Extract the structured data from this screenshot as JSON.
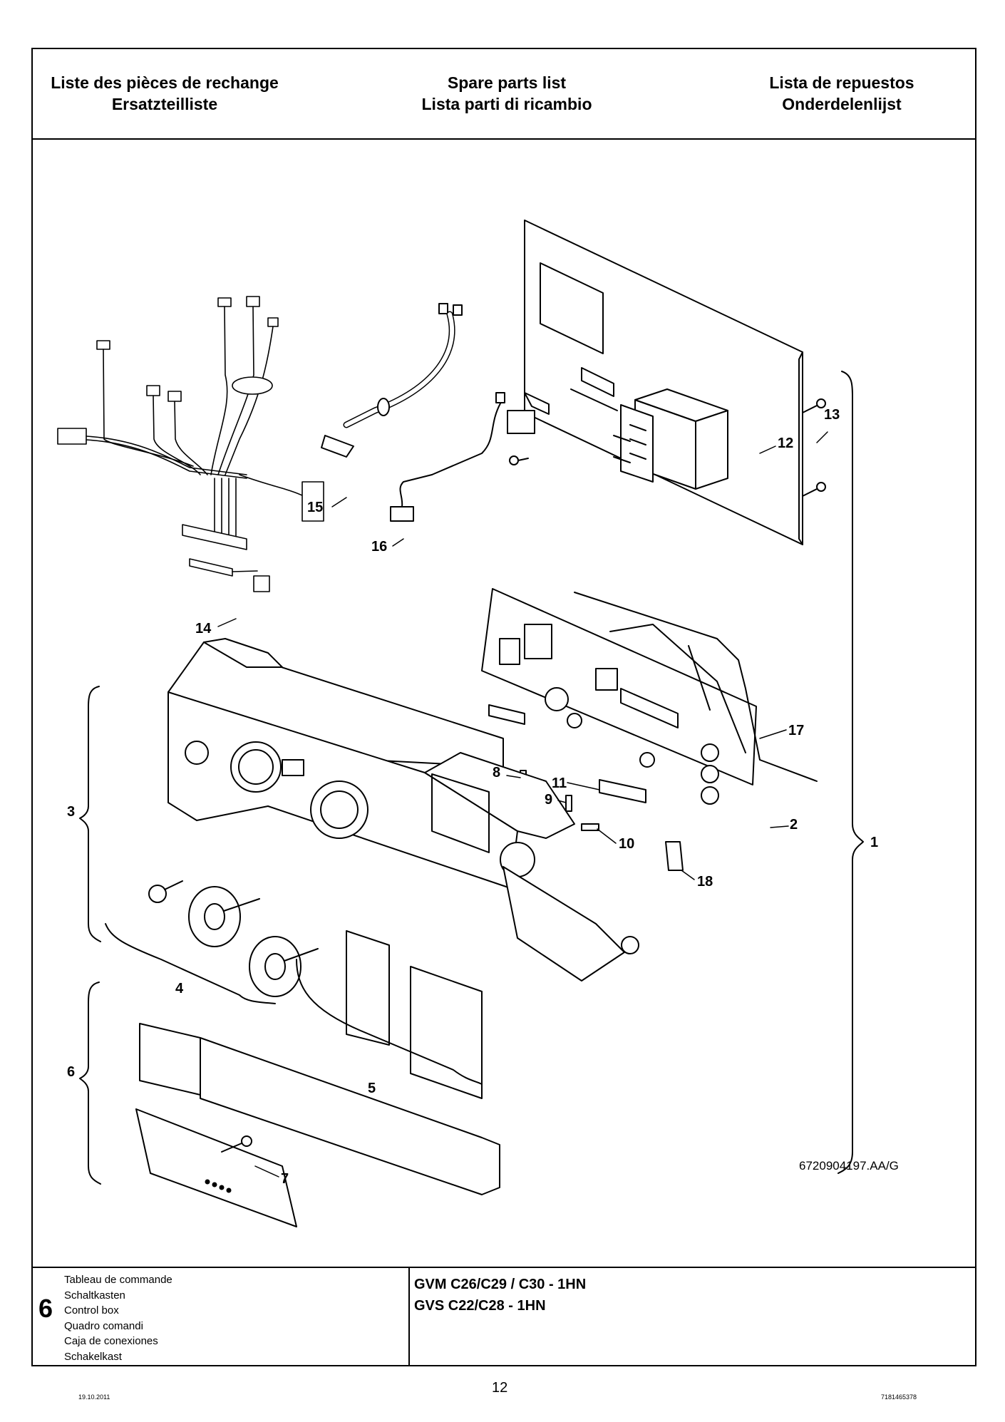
{
  "header": {
    "fr": "Liste des pièces de rechange",
    "de": "Ersatzteilliste",
    "en": "Spare parts list",
    "it": "Lista parti di ricambio",
    "es": "Lista de repuestos",
    "nl": "Onderdelenlijst"
  },
  "drawing": {
    "figure_id": "6720904197.AA/G",
    "part_refs": [
      "1",
      "2",
      "3",
      "4",
      "5",
      "6",
      "7",
      "8",
      "9",
      "10",
      "11",
      "12",
      "13",
      "14",
      "15",
      "16",
      "17",
      "18"
    ]
  },
  "footer": {
    "chapter": "6",
    "names": [
      "Tableau de commande",
      "Schaltkasten",
      "Control box",
      "Quadro comandi",
      "Caja de conexiones",
      "Schakelkast"
    ],
    "models": [
      "GVM C26/C29 / C30 - 1HN",
      "GVS C22/C28 - 1HN"
    ]
  },
  "page": {
    "number": "12",
    "date": "19.10.2011",
    "code": "7181465378"
  }
}
